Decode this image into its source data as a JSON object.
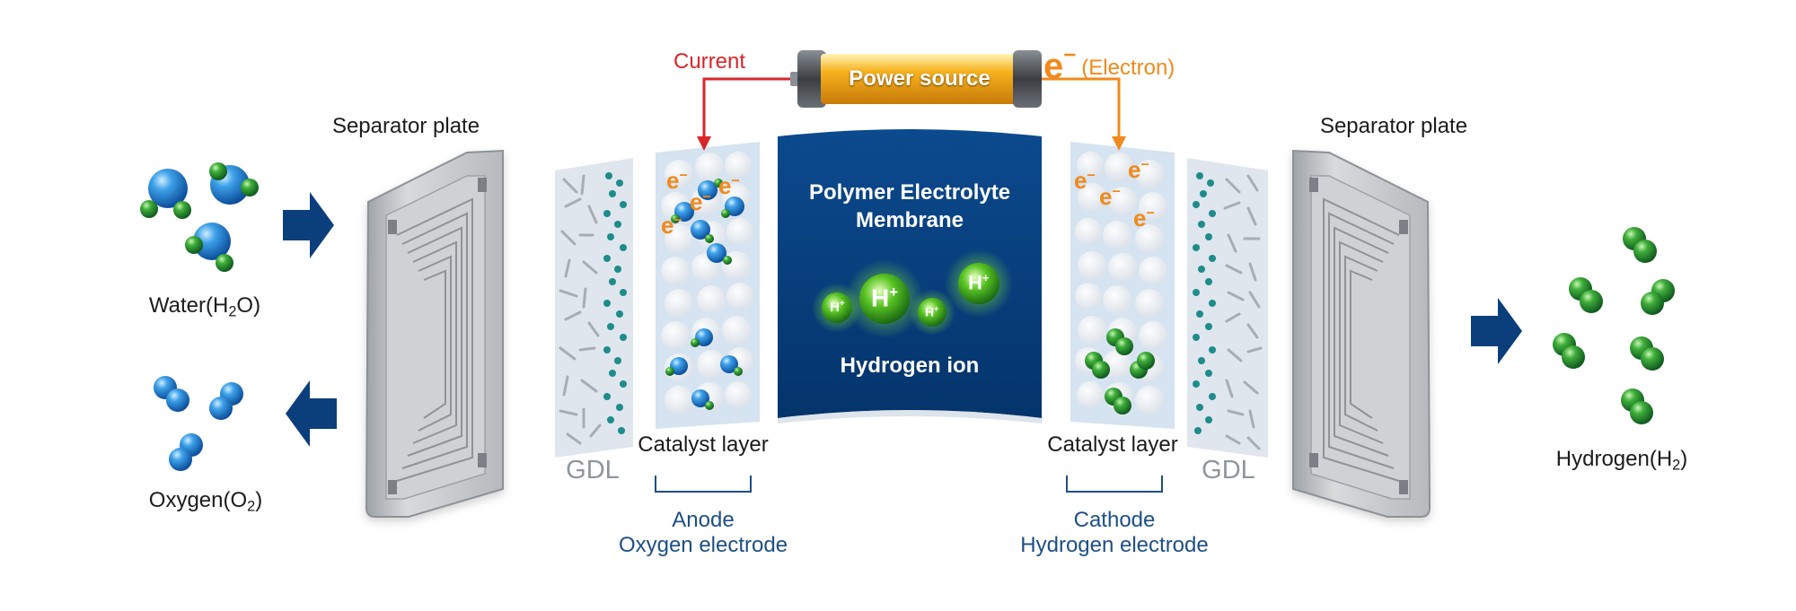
{
  "labels": {
    "separator_left": "Separator plate",
    "separator_right": "Separator plate",
    "water_prefix": "Water(H",
    "water_sub": "2",
    "water_suffix": "O)",
    "oxygen_prefix": "Oxygen(O",
    "oxygen_sub": "2",
    "oxygen_suffix": ")",
    "hydrogen_prefix": "Hydrogen(H",
    "hydrogen_sub": "2",
    "hydrogen_suffix": ")",
    "gdl_left": "GDL",
    "gdl_right": "GDL",
    "catalyst_left": "Catalyst layer",
    "catalyst_right": "Catalyst layer",
    "anode_title": "Anode",
    "anode_sub": "Oxygen electrode",
    "cathode_title": "Cathode",
    "cathode_sub": "Hydrogen electrode",
    "membrane_line1": "Polymer Electrolyte",
    "membrane_line2": "Membrane",
    "hydrogen_ion": "Hydrogen ion",
    "power_source": "Power source",
    "current": "Current",
    "electron_symbol": "e",
    "electron_charge": "−",
    "electron_label": "(Electron)",
    "ion_symbol": "H",
    "ion_charge": "+",
    "catalyst_electron": "e",
    "catalyst_electron_charge": "−"
  },
  "colors": {
    "navy_membrane": "#073f7f",
    "arrow_blue": "#0b3f7c",
    "current_red": "#d9252b",
    "electron_orange": "#f08a1d",
    "plate_gray": "#c8cacc",
    "layer_bg": "#d6e3f0",
    "water_blue": "#2a87d8",
    "hydrogen_green": "#35a043",
    "gdl_teal": "#1e8c8a"
  },
  "icons": [
    "right-arrow-icon",
    "left-arrow-icon",
    "battery-icon",
    "water-molecule-icon",
    "oxygen-molecule-icon",
    "hydrogen-molecule-icon",
    "hydrogen-ion-icon"
  ]
}
